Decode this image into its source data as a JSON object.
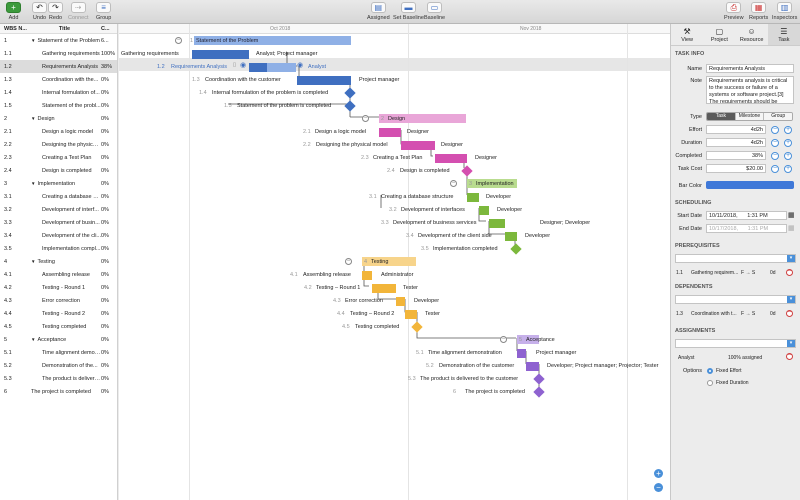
{
  "toolbar": {
    "add": "Add",
    "undo": "Undo",
    "redo": "Redo",
    "connect": "Connect",
    "group": "Group",
    "assigned": "Assigned",
    "set_baseline": "Set Baseline",
    "baseline": "Baseline",
    "preview": "Preview",
    "reports": "Reports",
    "inspectors": "Inspectors"
  },
  "outline": {
    "headers": {
      "wbs": "WBS N...",
      "title": "Title",
      "complete": "C..."
    },
    "rows": [
      {
        "wbs": "1",
        "title": "Statement of the Problem",
        "pct": "6..."
      },
      {
        "wbs": "1.1",
        "title": "Gathering requirements",
        "pct": "100%"
      },
      {
        "wbs": "1.2",
        "title": "Requirements Analysis",
        "pct": "38%"
      },
      {
        "wbs": "1.3",
        "title": "Coordination with the...",
        "pct": "0%"
      },
      {
        "wbs": "1.4",
        "title": "Internal formulation of...",
        "pct": "0%"
      },
      {
        "wbs": "1.5",
        "title": "Statement of the probl...",
        "pct": "0%"
      },
      {
        "wbs": "2",
        "title": "Design",
        "pct": "0%"
      },
      {
        "wbs": "2.1",
        "title": "Design a logic model",
        "pct": "0%"
      },
      {
        "wbs": "2.2",
        "title": "Designing the physical...",
        "pct": "0%"
      },
      {
        "wbs": "2.3",
        "title": "Creating a Test Plan",
        "pct": "0%"
      },
      {
        "wbs": "2.4",
        "title": "Design is completed",
        "pct": "0%"
      },
      {
        "wbs": "3",
        "title": "Implementation",
        "pct": "0%"
      },
      {
        "wbs": "3.1",
        "title": "Creating a database st...",
        "pct": "0%"
      },
      {
        "wbs": "3.2",
        "title": "Development of interf...",
        "pct": "0%"
      },
      {
        "wbs": "3.3",
        "title": "Development of busin...",
        "pct": "0%"
      },
      {
        "wbs": "3.4",
        "title": "Development of the cli...",
        "pct": "0%"
      },
      {
        "wbs": "3.5",
        "title": "Implementation compl...",
        "pct": "0%"
      },
      {
        "wbs": "4",
        "title": "Testing",
        "pct": "0%"
      },
      {
        "wbs": "4.1",
        "title": "Assembling release",
        "pct": "0%"
      },
      {
        "wbs": "4.2",
        "title": "Testing - Round 1",
        "pct": "0%"
      },
      {
        "wbs": "4.3",
        "title": "Error correction",
        "pct": "0%"
      },
      {
        "wbs": "4.4",
        "title": "Testing - Round 2",
        "pct": "0%"
      },
      {
        "wbs": "4.5",
        "title": "Testing completed",
        "pct": "0%"
      },
      {
        "wbs": "5",
        "title": "Acceptance",
        "pct": "0%"
      },
      {
        "wbs": "5.1",
        "title": "Time alignment demon...",
        "pct": "0%"
      },
      {
        "wbs": "5.2",
        "title": "Demonstration of the...",
        "pct": "0%"
      },
      {
        "wbs": "5.3",
        "title": "The product is delivere...",
        "pct": "0%"
      },
      {
        "wbs": "6",
        "title": "The project is completed",
        "pct": "0%"
      }
    ]
  },
  "gantt": {
    "months": [
      "Oct 2018",
      "Nov 2018"
    ],
    "colors": {
      "blue": "#3f6fc0",
      "blue_light": "#8fb0e6",
      "pink": "#d44fb0",
      "pink_light": "#e9a6d8",
      "green": "#7cb83c",
      "green_light": "#b9dc8f",
      "orange": "#f2b53a",
      "orange_light": "#f7d48b",
      "purple": "#8e62d0",
      "purple_light": "#c6b0ea"
    },
    "items": {
      "1": {
        "num": "1",
        "label": "Statement of the Problem"
      },
      "1_1": {
        "label": "Gathering requirements",
        "res": "Analyst; Project manager"
      },
      "1_2": {
        "num": "1.2",
        "label": "Requirements Analysis",
        "res": "Analyst"
      },
      "1_3": {
        "num": "1.3",
        "label": "Coordination with the customer",
        "res": "Project manager"
      },
      "1_4": {
        "num": "1.4",
        "label": "Internal formulation of the problem is completed"
      },
      "1_5": {
        "num": "1.5",
        "label": "Statement of the problem is completed"
      },
      "2": {
        "num": "2",
        "label": "Design"
      },
      "2_1": {
        "num": "2.1",
        "label": "Design a logic model",
        "res": "Designer"
      },
      "2_2": {
        "num": "2.2",
        "label": "Designing the physical model",
        "res": "Designer"
      },
      "2_3": {
        "num": "2.3",
        "label": "Creating a Test Plan",
        "res": "Designer"
      },
      "2_4": {
        "num": "2.4",
        "label": "Design is completed"
      },
      "3": {
        "num": "3",
        "label": "Implementation"
      },
      "3_1": {
        "num": "3.1",
        "label": "Creating a database structure",
        "res": "Developer"
      },
      "3_2": {
        "num": "3.2",
        "label": "Development of interfaces",
        "res": "Developer"
      },
      "3_3": {
        "num": "3.3",
        "label": "Development of business services",
        "res": "Designer; Developer"
      },
      "3_4": {
        "num": "3.4",
        "label": "Development of the client side",
        "res": "Developer"
      },
      "3_5": {
        "num": "3.5",
        "label": "Implementation completed"
      },
      "4": {
        "num": "4",
        "label": "Testing"
      },
      "4_1": {
        "num": "4.1",
        "label": "Assembling release",
        "res": "Administrator"
      },
      "4_2": {
        "num": "4.2",
        "label": "Testing – Round 1",
        "res": "Tester"
      },
      "4_3": {
        "num": "4.3",
        "label": "Error correction",
        "res": "Developer"
      },
      "4_4": {
        "num": "4.4",
        "label": "Testing – Round 2",
        "res": "Tester"
      },
      "4_5": {
        "num": "4.5",
        "label": "Testing completed"
      },
      "5": {
        "num": "5",
        "label": "Acceptance"
      },
      "5_1": {
        "num": "5.1",
        "label": "Time alignment demonstration",
        "res": "Project manager"
      },
      "5_2": {
        "num": "5.2",
        "label": "Demonstration of the customer",
        "res": "Developer; Project manager; Projector; Tester"
      },
      "5_3": {
        "num": "5.3",
        "label": "The product is delivered to the customer"
      },
      "6": {
        "num": "6",
        "label": "The project is completed"
      }
    }
  },
  "inspector": {
    "tabs": [
      "View",
      "Project",
      "Resource",
      "Task"
    ],
    "task_info": "TASK INFO",
    "name_label": "Name",
    "name_value": "Requirements Analysis",
    "note_label": "Note",
    "note_value": "Requirements analysis is critical to the success or failure of a systems or software project.[3] The requirements should be",
    "type_label": "Type",
    "type_options": [
      "Task",
      "Milestone",
      "Group"
    ],
    "effort_label": "Effort",
    "effort_value": "4d2h",
    "duration_label": "Duration",
    "duration_value": "4d2h",
    "completed_label": "Completed",
    "completed_value": "38%",
    "cost_label": "Task Cost",
    "cost_value": "$20.00",
    "barcolor_label": "Bar Color",
    "bar_color": "#3f78d8",
    "scheduling": "SCHEDULING",
    "start_label": "Start Date",
    "start_date": "10/11/2018,",
    "start_time": "1:31 PM",
    "end_label": "End Date",
    "end_date": "10/17/2018,",
    "end_time": "1:31 PM",
    "prerequisites": "PREREQUISITES",
    "prereq": {
      "num": "1.1",
      "name": "Gathering requirem...",
      "type": "F → S",
      "lag": "0d"
    },
    "dependents": "DEPENDENTS",
    "dep": {
      "num": "1.3",
      "name": "Coordination with t...",
      "type": "F → S",
      "lag": "0d"
    },
    "assignments": "ASSIGNMENTS",
    "assign": {
      "name": "Analyst",
      "value": "100% assigned"
    },
    "options_label": "Options",
    "opt1": "Fixed Effort",
    "opt2": "Fixed Duration"
  }
}
